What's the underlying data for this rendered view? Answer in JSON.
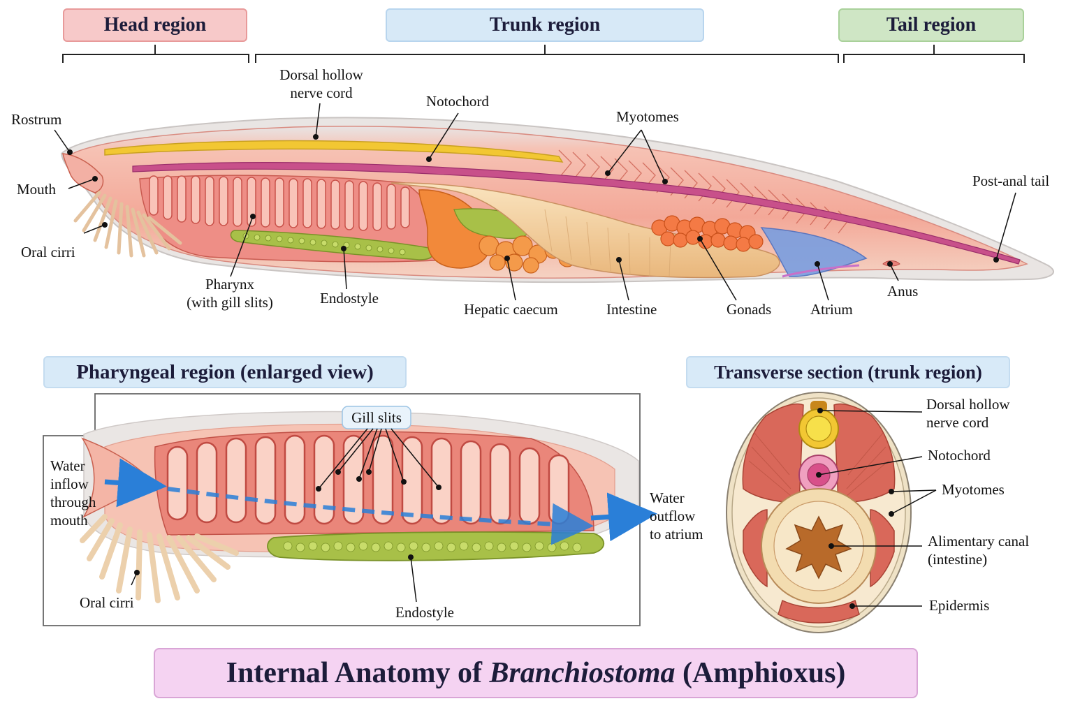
{
  "regions": {
    "head": "Head region",
    "trunk": "Trunk region",
    "tail": "Tail region"
  },
  "labels": {
    "dorsal_nerve_1": "Dorsal hollow",
    "dorsal_nerve_2": "nerve cord",
    "notochord": "Notochord",
    "myotomes": "Myotomes",
    "rostrum": "Rostrum",
    "mouth": "Mouth",
    "oral_cirri": "Oral cirri",
    "pharynx_1": "Pharynx",
    "pharynx_2": "(with gill slits)",
    "endostyle": "Endostyle",
    "hepatic_caecum": "Hepatic caecum",
    "intestine": "Intestine",
    "gonads": "Gonads",
    "atrium": "Atrium",
    "anus": "Anus",
    "post_anal_tail": "Post-anal tail"
  },
  "pharyngeal": {
    "title": "Pharyngeal region (enlarged view)",
    "gill_slits": "Gill slits",
    "water_in_1": "Water",
    "water_in_2": "inflow",
    "water_in_3": "through",
    "water_in_4": "mouth",
    "water_out_1": "Water",
    "water_out_2": "outflow",
    "water_out_3": "to atrium",
    "oral_cirri": "Oral cirri",
    "endostyle": "Endostyle"
  },
  "transverse": {
    "title": "Transverse section (trunk region)",
    "dorsal_nerve_1": "Dorsal hollow",
    "dorsal_nerve_2": "nerve cord",
    "notochord": "Notochord",
    "myotomes": "Myotomes",
    "alimentary_1": "Alimentary canal",
    "alimentary_2": "(intestine)",
    "epidermis": "Epidermis"
  },
  "title": {
    "prefix": "Internal Anatomy of ",
    "genus": "Branchiostoma",
    "suffix": " (Amphioxus)"
  },
  "colors": {
    "body_pink": "#f2a49a",
    "nerve_yellow": "#f2c733",
    "notochord_purple": "#c8508a",
    "muscle": "#e07868",
    "endostyle_green": "#a8c048",
    "hepatic_orange": "#f2893a",
    "intestine_cream": "#f3cf9a",
    "gonad_orange": "#f47a45",
    "atrium_blue": "#7a9ee0",
    "water_arrow": "#2a7fd8"
  }
}
